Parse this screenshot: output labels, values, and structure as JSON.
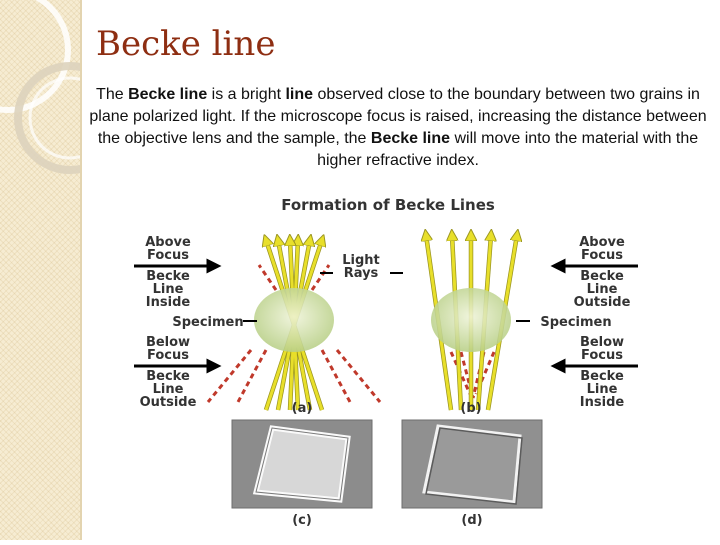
{
  "slide": {
    "title": "Becke line",
    "paragraph": {
      "t1": "The ",
      "b1": "Becke line",
      "t2": " is a bright ",
      "b2": "line",
      "t3": " observed close to the boundary between two grains in plane polarized light. If the microscope focus is raised, increasing the distance between the objective lens and the sample, the ",
      "b3": "Becke line",
      "t4": " will move into the material with the higher refractive index."
    }
  },
  "figure": {
    "title": "Formation of Becke Lines",
    "labels": {
      "left_above": [
        "Above",
        "Focus"
      ],
      "left_becke_inside": [
        "Becke",
        "Line",
        "Inside"
      ],
      "left_specimen": "Specimen",
      "left_below": [
        "Below",
        "Focus"
      ],
      "left_becke_outside": [
        "Becke",
        "Line",
        "Outside"
      ],
      "light_rays": [
        "Light",
        "Rays"
      ],
      "right_above": [
        "Above",
        "Focus"
      ],
      "right_becke_outside": [
        "Becke",
        "Line",
        "Outside"
      ],
      "right_specimen": "Specimen",
      "right_below": [
        "Below",
        "Focus"
      ],
      "right_becke_inside": [
        "Becke",
        "Line",
        "Inside"
      ]
    },
    "captions": {
      "a": "(a)",
      "b": "(b)",
      "c": "(c)",
      "d": "(d)"
    },
    "colors": {
      "ray": "#e8df2a",
      "ray_stroke": "#9a9520",
      "dashed": "#c0392b",
      "specimen": "#c9dca0"
    }
  }
}
